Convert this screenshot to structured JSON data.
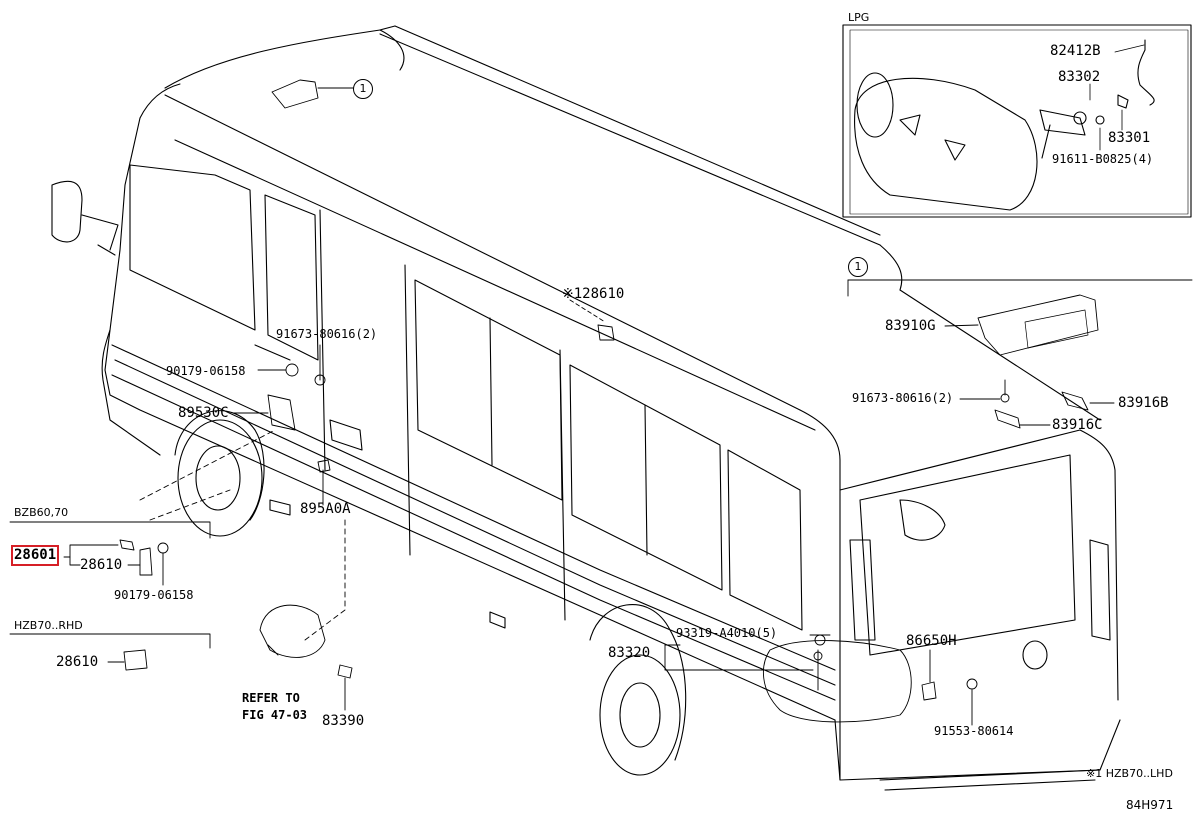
{
  "callouts": {
    "c_82412B": "82412B",
    "c_83302": "83302",
    "c_83301": "83301",
    "c_91611": "91611-B0825(4)",
    "c_28610_top": "※128610",
    "c_91673_left": "91673-80616(2)",
    "c_90179_upper": "90179-06158",
    "c_89530C": "89530C",
    "c_895A0A": "895A0A",
    "c_28601": "28601",
    "c_28610_bzb": "28610",
    "c_90179_lower": "90179-06158",
    "c_28610_hzb": "28610",
    "c_refer": "REFER TO",
    "c_fig": "FIG 47-03",
    "c_83390": "83390",
    "c_83910G": "83910G",
    "c_91673_right": "91673-80616(2)",
    "c_83916B": "83916B",
    "c_83916C": "83916C",
    "c_93319": "93319-A4010(5)",
    "c_83320": "83320",
    "c_86650H": "86650H",
    "c_91553": "91553-80614"
  },
  "sections": {
    "lpg": "LPG",
    "bzb": "BZB60,70",
    "hzb": "HZB70..RHD",
    "ref_marker_top": "1",
    "ref_marker_right": "1"
  },
  "footer": {
    "note": "※1 HZB70..LHD",
    "figure_id": "84H971"
  },
  "colors": {
    "line": "#000000",
    "highlight": "#d61f26",
    "background": "#ffffff"
  }
}
